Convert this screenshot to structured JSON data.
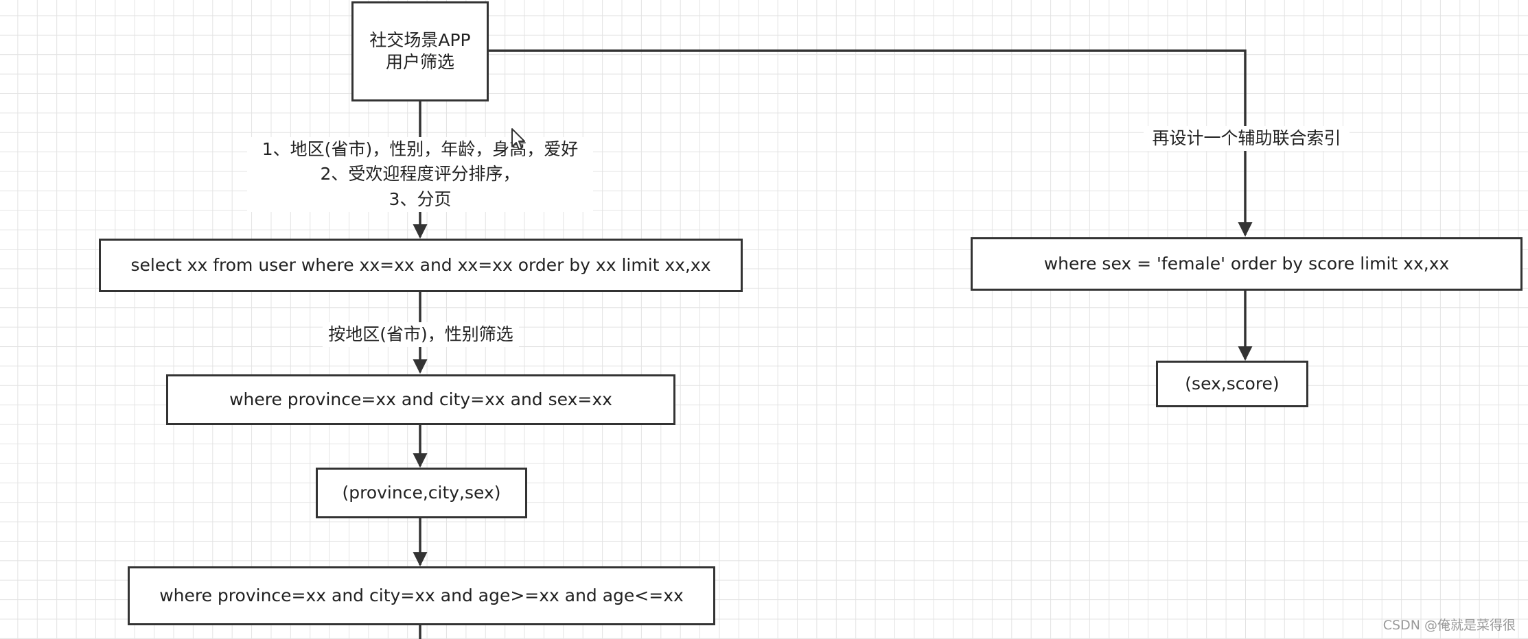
{
  "nodes": {
    "root": {
      "line1": "社交场景APP",
      "line2": "用户筛选"
    },
    "query": "select xx from user where xx=xx and xx=xx order by xx limit xx,xx",
    "where_region": "where  province=xx and city=xx and sex=xx",
    "index_region": "(province,city,sex)",
    "where_age": "where  province=xx and city=xx and age>=xx and age<=xx",
    "where_female": "where  sex = 'female'  order by score limit xx,xx",
    "index_score": "(sex,score)"
  },
  "edges": {
    "requirements": [
      "1、地区(省市)，性别，年龄，身高，爱好",
      "2、受欢迎程度评分排序，",
      "3、分页"
    ],
    "filter_region_sex": "按地区(省市)，性别筛选",
    "aux_index": "再设计一个辅助联合索引"
  },
  "watermark": "CSDN @俺就是菜得很",
  "icons": {
    "cursor": "mouse-pointer-icon"
  },
  "colors": {
    "stroke": "#333333",
    "grid": "#e3e3e3",
    "text": "#222222"
  }
}
